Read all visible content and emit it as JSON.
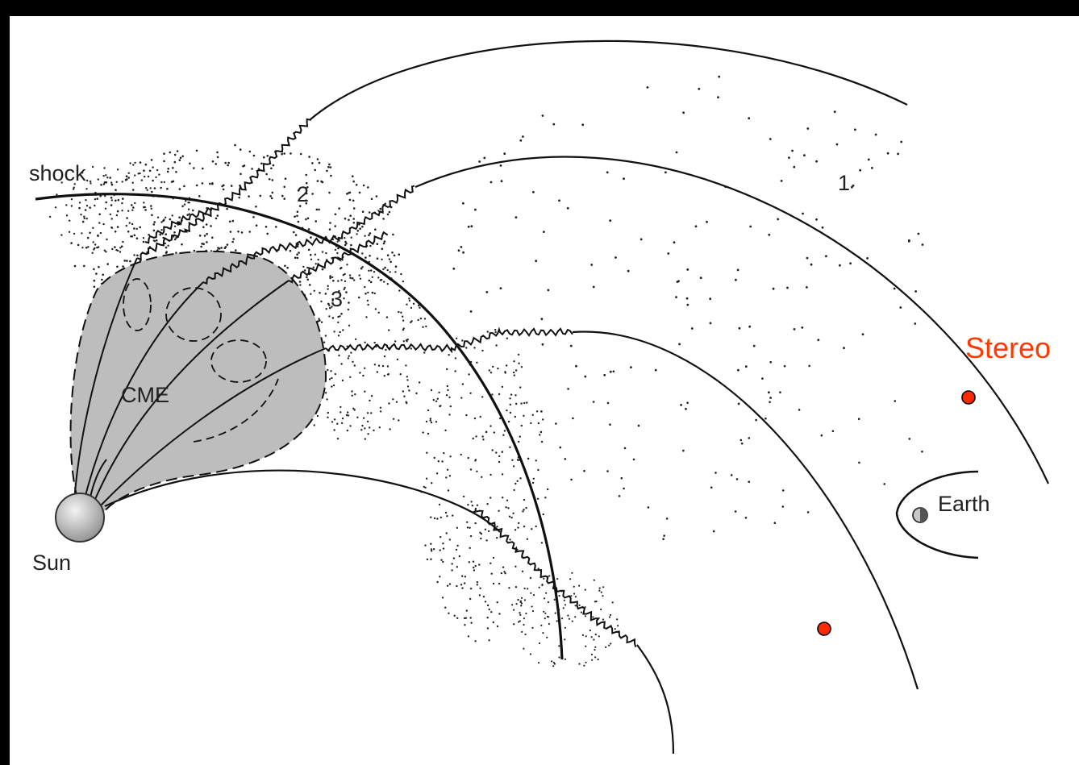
{
  "labels": {
    "shock": "shock",
    "sun": "Sun",
    "cme": "CME",
    "region_1": "1",
    "region_2": "2",
    "region_3": "3",
    "earth": "Earth",
    "stereo": "Stereo"
  },
  "colors": {
    "background": "#000000",
    "panel": "#ffffff",
    "line": "#111111",
    "cme_fill": "#bdbdbd",
    "spacecraft": "#ff2a00",
    "stereo_text": "#ff3a00"
  },
  "icons": {
    "sun": "sun-circle",
    "earth": "earth-circle",
    "spacecraft": "red-dot-marker"
  }
}
